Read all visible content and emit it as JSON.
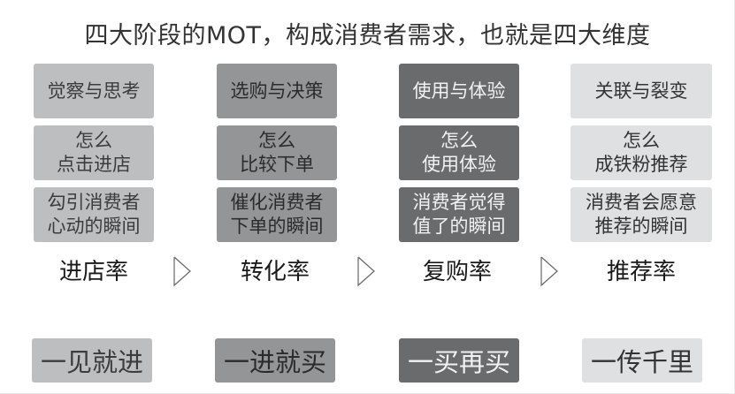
{
  "title": "四大阶段的MOT，构成消费者需求，也就是四大维度",
  "colors": {
    "stage1": "#bdbec0",
    "stage2": "#949597",
    "stage3": "#6a6b6d",
    "stage4": "#dfe0e2"
  },
  "stages": [
    {
      "phase": "觉察与思考",
      "how": "怎么\n点击进店",
      "moment": "勾引消费者\n心动的瞬间",
      "metric": "进店率",
      "slogan": "一见就进"
    },
    {
      "phase": "选购与决策",
      "how": "怎么\n比较下单",
      "moment": "催化消费者\n下单的瞬间",
      "metric": "转化率",
      "slogan": "一进就买"
    },
    {
      "phase": "使用与体验",
      "how": "怎么\n使用体验",
      "moment": "消费者觉得\n值了的瞬间",
      "metric": "复购率",
      "slogan": "一买再买"
    },
    {
      "phase": "关联与裂变",
      "how": "怎么\n成铁粉推荐",
      "moment": "消费者会愿意\n推荐的瞬间",
      "metric": "推荐率",
      "slogan": "一传千里"
    }
  ],
  "arrows": [
    "chevron-right-icon",
    "chevron-right-icon",
    "chevron-right-icon"
  ]
}
